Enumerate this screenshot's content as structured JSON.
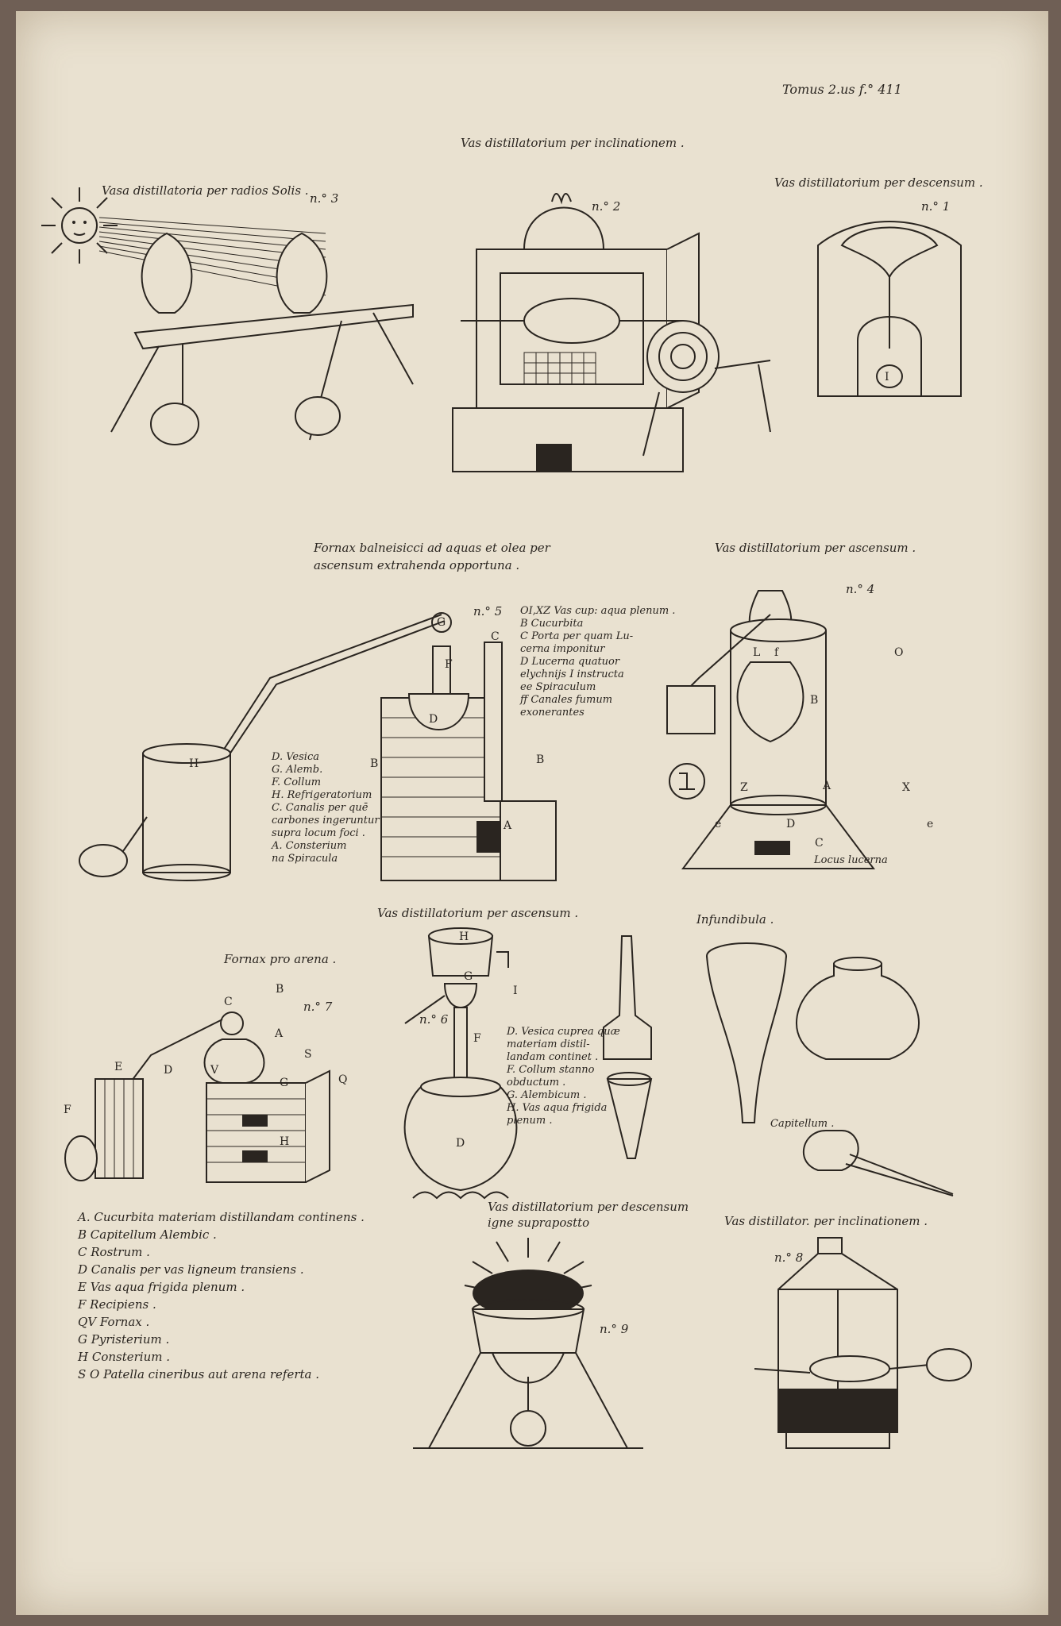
{
  "page": {
    "header": "Tomus 2.us f.° 411"
  },
  "figures": {
    "n3": {
      "title": "Vasa distillatoria per radios Solis .",
      "num": "n.° 3"
    },
    "n2": {
      "title": "Vas distillatorium per inclinationem .",
      "num": "n.° 2"
    },
    "n1": {
      "title": "Vas distillatorium per descensum .",
      "num": "n.° 1"
    },
    "n5": {
      "title1": "Fornax balneisicci ad aquas et olea per",
      "title2": "ascensum extrahenda opportuna .",
      "num": "n.° 5",
      "legend_right": [
        "OI,XZ Vas cup: aqua plenum .",
        "B Cucurbita",
        "C Porta per quam Lu-",
        "cerna imponitur",
        "D Lucerna quatuor",
        "elychnijs I instructa",
        "ee Spiraculum",
        "ff Canales fumum",
        "exonerantes"
      ],
      "legend_left": [
        "D. Vesica",
        "G. Alemb.",
        "F. Collum",
        "H. Refrigeratorium",
        "C. Canalis per quē",
        "carbones ingeruntur",
        "supra locum foci .",
        "A. Consterium",
        "na Spiracula"
      ]
    },
    "n4": {
      "title": "Vas distillatorium per ascensum .",
      "num": "n.° 4",
      "locus": "Locus lucerna"
    },
    "n6": {
      "title": "Vas distillatorium per ascensum .",
      "num": "n.° 6",
      "legend": [
        "D. Vesica cuprea quæ",
        "materiam distil-",
        "landam continet .",
        "F. Collum stanno",
        "obductum .",
        "G. Alembicum .",
        "H. Vas aqua frigida",
        "plenum ."
      ]
    },
    "n7": {
      "title": "Fornax pro arena .",
      "num": "n.° 7"
    },
    "infund": {
      "title": "Infundibula .",
      "capitellum": "Capitellum ."
    },
    "n9": {
      "title1": "Vas distillatorium per descensum",
      "title2": "igne suprapostto",
      "num": "n.° 9"
    },
    "n8": {
      "title": "Vas distillator. per inclinationem .",
      "num": "n.° 8"
    }
  },
  "legend_bottom": [
    "A. Cucurbita materiam distillandam continens .",
    "B Capitellum Alembic .",
    "C Rostrum .",
    "D Canalis per vas ligneum transiens .",
    "E Vas aqua frigida plenum .",
    "F Recipiens .",
    "QV Fornax .",
    "G Pyristerium .",
    "H Consterium .",
    "S O Patella cineribus aut arena referta ."
  ],
  "letters": {
    "n5": {
      "G": "G",
      "F": "F",
      "C": "C",
      "D": "D",
      "B1": "B",
      "B2": "B",
      "A": "A",
      "H": "H"
    },
    "n4": {
      "L": "L",
      "f": "f",
      "O": "O",
      "B": "B",
      "Z": "Z",
      "A": "A",
      "X": "X",
      "D": "D",
      "C": "C",
      "e1": "e",
      "e2": "e"
    },
    "n7": {
      "C": "C",
      "B": "B",
      "A": "A",
      "E": "E",
      "D": "D",
      "V": "V",
      "S": "S",
      "Q": "Q",
      "F": "F",
      "G": "G",
      "H": "H"
    },
    "n6": {
      "H": "H",
      "G": "G",
      "I": "I",
      "F": "F",
      "D": "D"
    },
    "n1": {
      "I": "I"
    }
  }
}
